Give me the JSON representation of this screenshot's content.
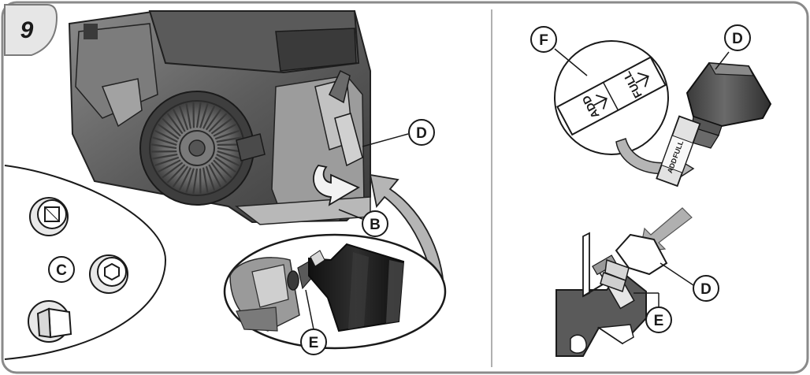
{
  "figure": {
    "step_number": "9",
    "callouts": {
      "b": "B",
      "c": "C",
      "d_engine": "D",
      "d_dipstick": "D",
      "d_fill": "D",
      "e_bottle": "E",
      "e_level": "E",
      "f": "F"
    },
    "dipstick_marks": {
      "full": "FULL",
      "add": "ADD"
    }
  },
  "colors": {
    "frame": "#808080",
    "ink": "#1a1a1a",
    "engine_dark": "#4a4a4a",
    "engine_mid": "#6e6e6e",
    "engine_light": "#a9a9a9",
    "arrow_gray": "#9a9a9a",
    "oil": "#5a5a5a",
    "badge_fill": "#e8e8e8"
  }
}
